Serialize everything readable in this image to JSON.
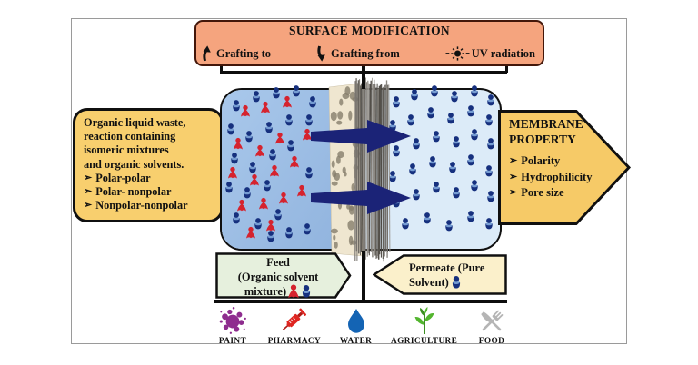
{
  "surface_modification": {
    "title": "SURFACE MODIFICATION",
    "methods": [
      {
        "label": "Grafting to",
        "icon": "curved-arrow-up-icon"
      },
      {
        "label": "Grafting from",
        "icon": "curved-arrow-down-icon"
      },
      {
        "label": "UV radiation",
        "icon": "sun-icon"
      }
    ]
  },
  "feed_description": {
    "lines": [
      "Organic liquid waste,",
      "reaction containing",
      "isomeric mixtures",
      "and organic solvents."
    ],
    "bullet_char": "➢",
    "bullets": [
      "Polar-polar",
      "Polar- nonpolar",
      "Nonpolar-nonpolar"
    ]
  },
  "membrane_property": {
    "title_line1": "MEMBRANE",
    "title_line2": "PROPERTY",
    "bullet_char": "➢",
    "bullets": [
      "Polarity",
      "Hydrophilicity",
      "Pore size"
    ]
  },
  "flow_labels": {
    "feed": {
      "line1": "Feed",
      "line2": "(Organic solvent",
      "line3": "mixture)"
    },
    "permeate": {
      "line1": "Permeate (Pure",
      "line2": "Solvent)"
    }
  },
  "applications": [
    {
      "label": "PAINT",
      "icon": "paint-splatter-icon",
      "color": "#8E2C8E"
    },
    {
      "label": "PHARMACY",
      "icon": "syringe-icon",
      "color": "#DF2520"
    },
    {
      "label": "WATER",
      "icon": "water-drop-icon",
      "color": "#1464B4"
    },
    {
      "label": "AGRICULTURE",
      "icon": "plant-icon",
      "color": "#53B52F"
    },
    {
      "label": "FOOD",
      "icon": "fork-knife-icon",
      "color": "#B5B5B5"
    }
  ],
  "colors": {
    "salmon": "#F5A47E",
    "salmon_border": "#43170A",
    "panel_yellow": "#F8CF6E",
    "arrow_yellow": "#F6CA67",
    "feed_green": "#E6F0DD",
    "permeate_cream": "#FBF0CB",
    "feed_side_blue": "#A9C8EB",
    "permeate_side_blue": "#DCEBF8",
    "flux_arrow_navy": "#1B2377",
    "solute_red": "#D5232E",
    "solvent_blue": "#16307E"
  }
}
